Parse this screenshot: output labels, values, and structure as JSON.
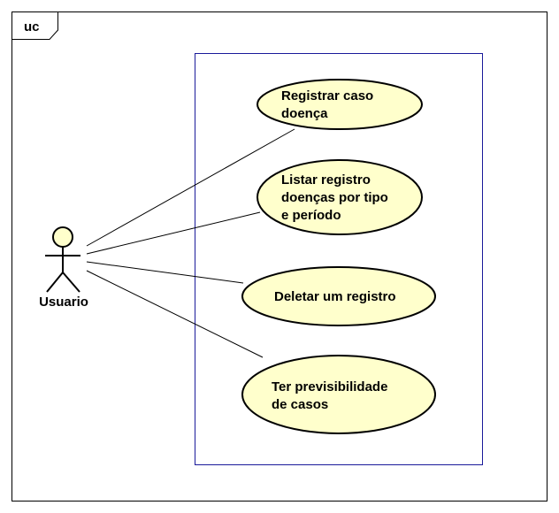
{
  "frame": {
    "label": "uc"
  },
  "actor": {
    "name": "Usuario"
  },
  "use_cases": [
    {
      "id": "uc1",
      "lines": [
        "Registrar caso",
        "doença"
      ]
    },
    {
      "id": "uc2",
      "lines": [
        "Listar registro",
        "doenças por tipo",
        "e período"
      ]
    },
    {
      "id": "uc3",
      "lines": [
        "Deletar um registro"
      ]
    },
    {
      "id": "uc4",
      "lines": [
        "Ter previsibilidade",
        "de casos"
      ]
    }
  ],
  "colors": {
    "use_case_fill": "#ffffcc",
    "system_border": "#1a1a9a",
    "actor_fill": "#ffffcc",
    "line": "#000000"
  }
}
